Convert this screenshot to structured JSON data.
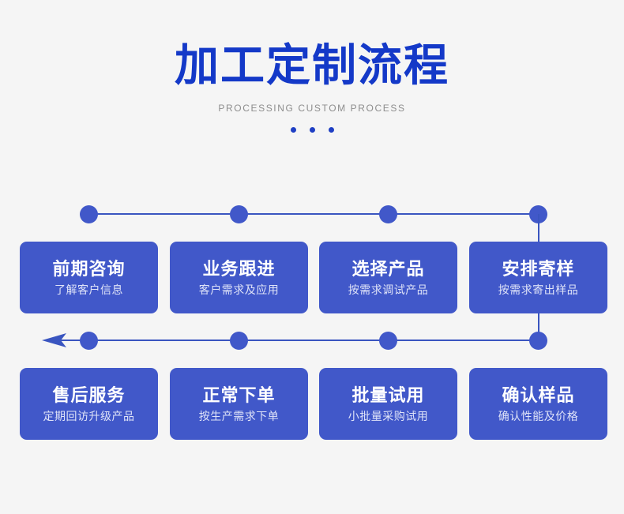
{
  "header": {
    "title": "加工定制流程",
    "subtitle": "PROCESSING CUSTOM PROCESS",
    "dots_count": 3
  },
  "colors": {
    "background": "#f5f5f5",
    "title_blue": "#1439c8",
    "card_blue": "#4158c9",
    "line_blue": "#3a55c0",
    "card_title_text": "#ffffff",
    "card_sub_text": "#dfe3f8",
    "subtitle_gray": "#8d8d8d"
  },
  "flow": {
    "row1": {
      "direction": "left-to-right",
      "steps": [
        {
          "index": 1,
          "title": "前期咨询",
          "sub": "了解客户信息"
        },
        {
          "index": 2,
          "title": "业务跟进",
          "sub": "客户需求及应用"
        },
        {
          "index": 3,
          "title": "选择产品",
          "sub": "按需求调试产品"
        },
        {
          "index": 4,
          "title": "安排寄样",
          "sub": "按需求寄出样品"
        }
      ]
    },
    "row2": {
      "direction": "right-to-left",
      "steps": [
        {
          "index": 8,
          "title": "售后服务",
          "sub": "定期回访升级产品"
        },
        {
          "index": 7,
          "title": "正常下单",
          "sub": "按生产需求下单"
        },
        {
          "index": 6,
          "title": "批量试用",
          "sub": "小批量采购试用"
        },
        {
          "index": 5,
          "title": "确认样品",
          "sub": "确认性能及价格"
        }
      ]
    }
  }
}
